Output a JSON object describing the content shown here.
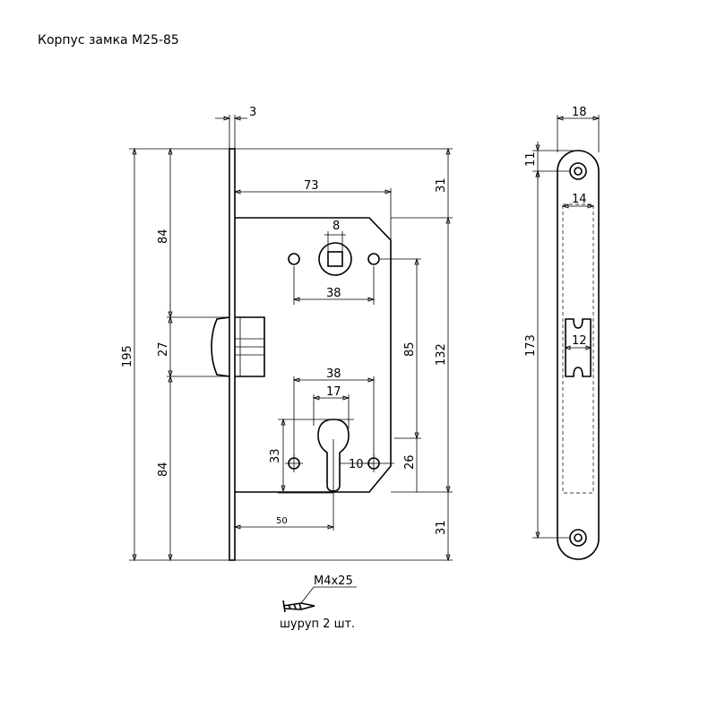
{
  "title": "Корпус замка М25-85",
  "screw": {
    "spec": "М4х25",
    "note": "шуруп 2 шт."
  },
  "dimensions": {
    "faceplate_thickness": "3",
    "backset_top": "73",
    "square_spindle": "8",
    "spindle_holes_spacing": "38",
    "cylinder_holes_spacing": "38",
    "cylinder_width": "17",
    "cylinder_height": "33",
    "cylinder_hole_offset": "10",
    "cylinder_center_to_bottom": "26",
    "center_distance": "85",
    "body_height": "132",
    "top_offset": "31",
    "bottom_offset": "31",
    "total_height": "195",
    "upper_to_latch": "84",
    "latch_height": "27",
    "lower_from_latch": "84",
    "backset": "50",
    "faceplate_width": "18",
    "faceplate_hole_offset": "11",
    "faceplate_slot_width": "14",
    "faceplate_hole_spacing": "173",
    "latch_slot_width": "12"
  }
}
